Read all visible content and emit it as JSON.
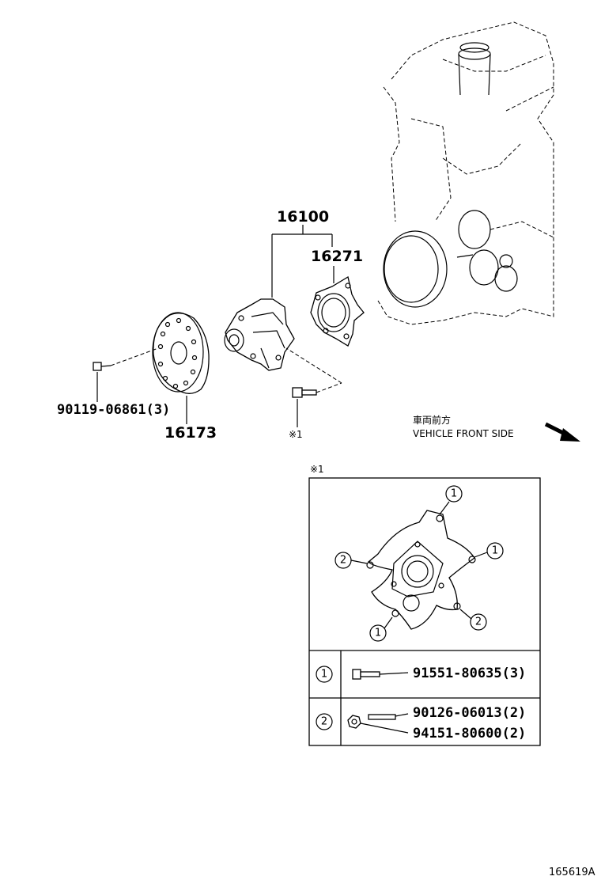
{
  "labels": {
    "water_pump_assy": "16100",
    "gasket": "16271",
    "pulley": "16173",
    "pulley_bolt": "90119-06861(3)",
    "ref_mark": "※1",
    "inset_mark": "※1",
    "front_jp": "車両前方",
    "front_en": "VEHICLE FRONT SIDE",
    "diagram_id": "165619A"
  },
  "inset": {
    "callout_1": "1",
    "callout_2": "2",
    "legend": [
      {
        "key": "1",
        "parts": [
          "91551-80635(3)"
        ]
      },
      {
        "key": "2",
        "parts": [
          "90126-06013(2)",
          "94151-80600(2)"
        ]
      }
    ]
  }
}
